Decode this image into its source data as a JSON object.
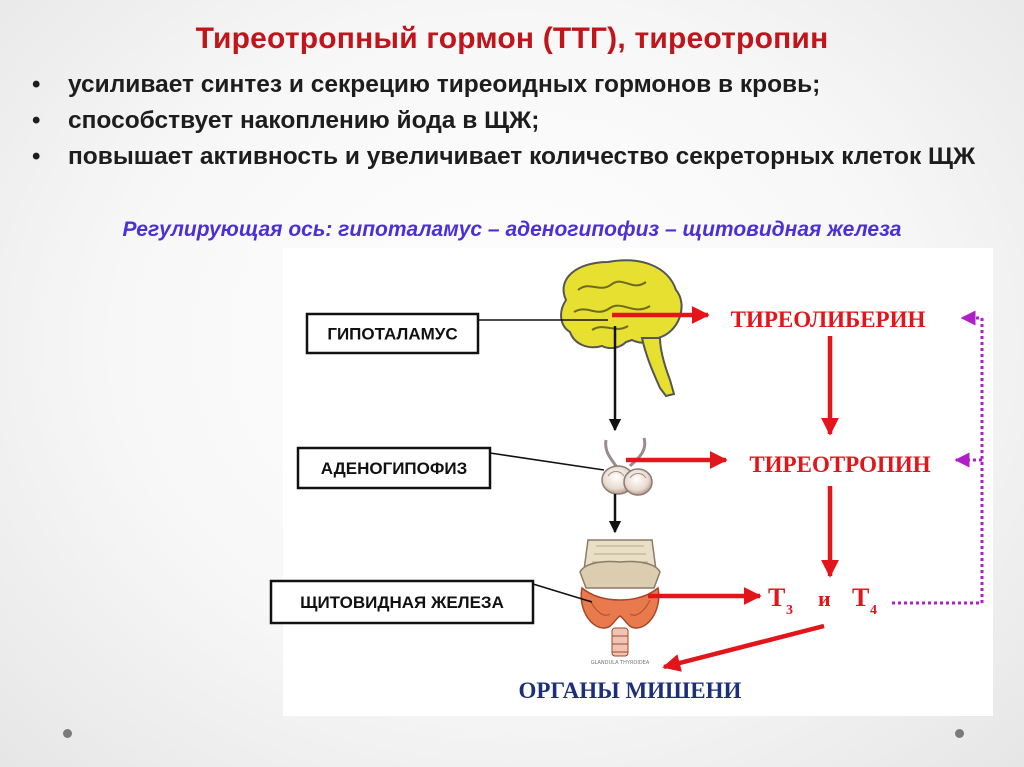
{
  "title": "Тиреотропный гормон (ТТГ), тиреотропин",
  "bullets": [
    "усиливает синтез и секрецию тиреоидных гормонов в кровь;",
    "способствует накоплению йода в ЩЖ;",
    "повышает активность и увеличивает количество секреторных клеток ЩЖ"
  ],
  "subtitle": "Регулирующая ось: гипоталамус – аденогипофиз – щитовидная железа",
  "diagram": {
    "boxes": {
      "hypothalamus": "ГИПОТАЛАМУС",
      "adenohypophysis": "АДЕНОГИПОФИЗ",
      "thyroid": "ЩИТОВИДНАЯ  ЖЕЛЕЗА"
    },
    "flow": {
      "thyroliberin": "ТИРЕОЛИБЕРИН",
      "thyrotropin": "ТИРЕОТРОПИН",
      "t3": "Т",
      "t3_sub": "3",
      "and": "и",
      "t4": "Т",
      "t4_sub": "4",
      "targets": "ОРГАНЫ  МИШЕНИ"
    },
    "thyroid_caption": "GLANDULA THYROIDEA",
    "colors": {
      "flow_text": "#e3141a",
      "arrow": "#e3141a",
      "feedback": "#b01ec8",
      "targets_text": "#1d2f7a",
      "brain": "#e8e030",
      "title": "#c0151b",
      "subtitle": "#4a30d6"
    }
  }
}
